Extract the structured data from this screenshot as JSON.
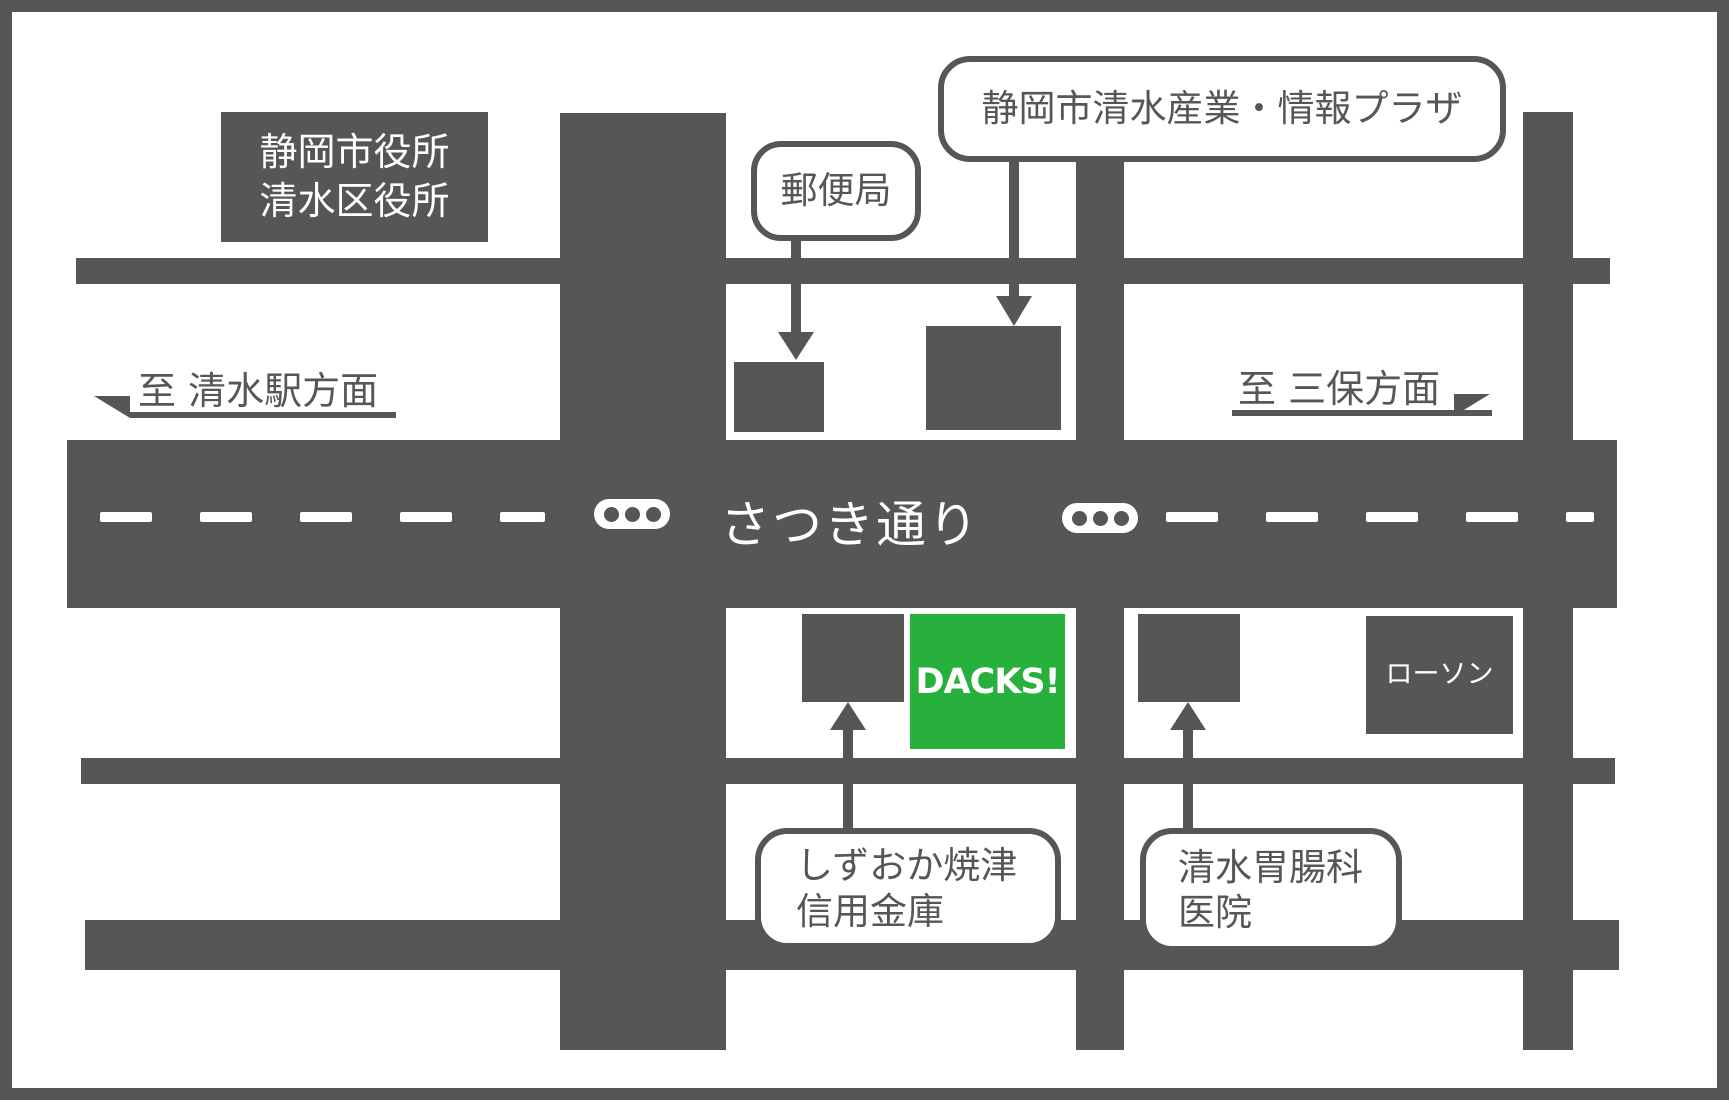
{
  "map": {
    "colors": {
      "road": "#565655",
      "background": "#ffffff",
      "highlight": "#27b03c",
      "text_dark": "#565655",
      "text_light": "#ffffff"
    },
    "main_street": {
      "label": "さつき通り"
    },
    "directions": {
      "west": "至 清水駅方面",
      "east": "至 三保方面"
    },
    "landmarks": {
      "city_hall": {
        "line1": "静岡市役所",
        "line2": "清水区役所"
      },
      "post_office": {
        "label": "郵便局"
      },
      "industry_plaza": {
        "label": "静岡市清水産業・情報プラザ"
      },
      "shinkin_bank": {
        "line1": "しずおか焼津",
        "line2": "信用金庫"
      },
      "clinic": {
        "line1": "清水胃腸科",
        "line2": "医院"
      },
      "lawson": {
        "label": "ローソン"
      },
      "dacks": {
        "label": "DACKS!"
      }
    },
    "icons": [
      "traffic-signal-icon",
      "direction-arrow-icon",
      "pointer-arrow-icon"
    ]
  }
}
